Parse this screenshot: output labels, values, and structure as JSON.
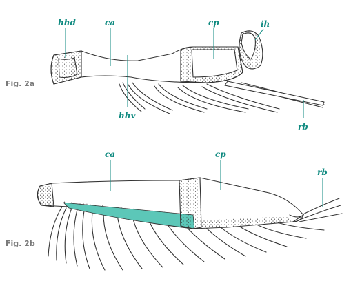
{
  "figures": [
    {
      "id": "2a",
      "caption": "Fig. 2a",
      "labels": {
        "hhd": "hhd",
        "ca": "ca",
        "cp": "cp",
        "ih": "ih",
        "hhv": "hhv",
        "rb": "rb"
      }
    },
    {
      "id": "2b",
      "caption": "Fig. 2b",
      "labels": {
        "ca": "ca",
        "cp": "cp",
        "rb": "rb"
      }
    }
  ],
  "colors": {
    "label": "#0f8a80",
    "highlight": "#5cc7b8",
    "stroke": "#333333",
    "caption": "#7a7a7a"
  }
}
